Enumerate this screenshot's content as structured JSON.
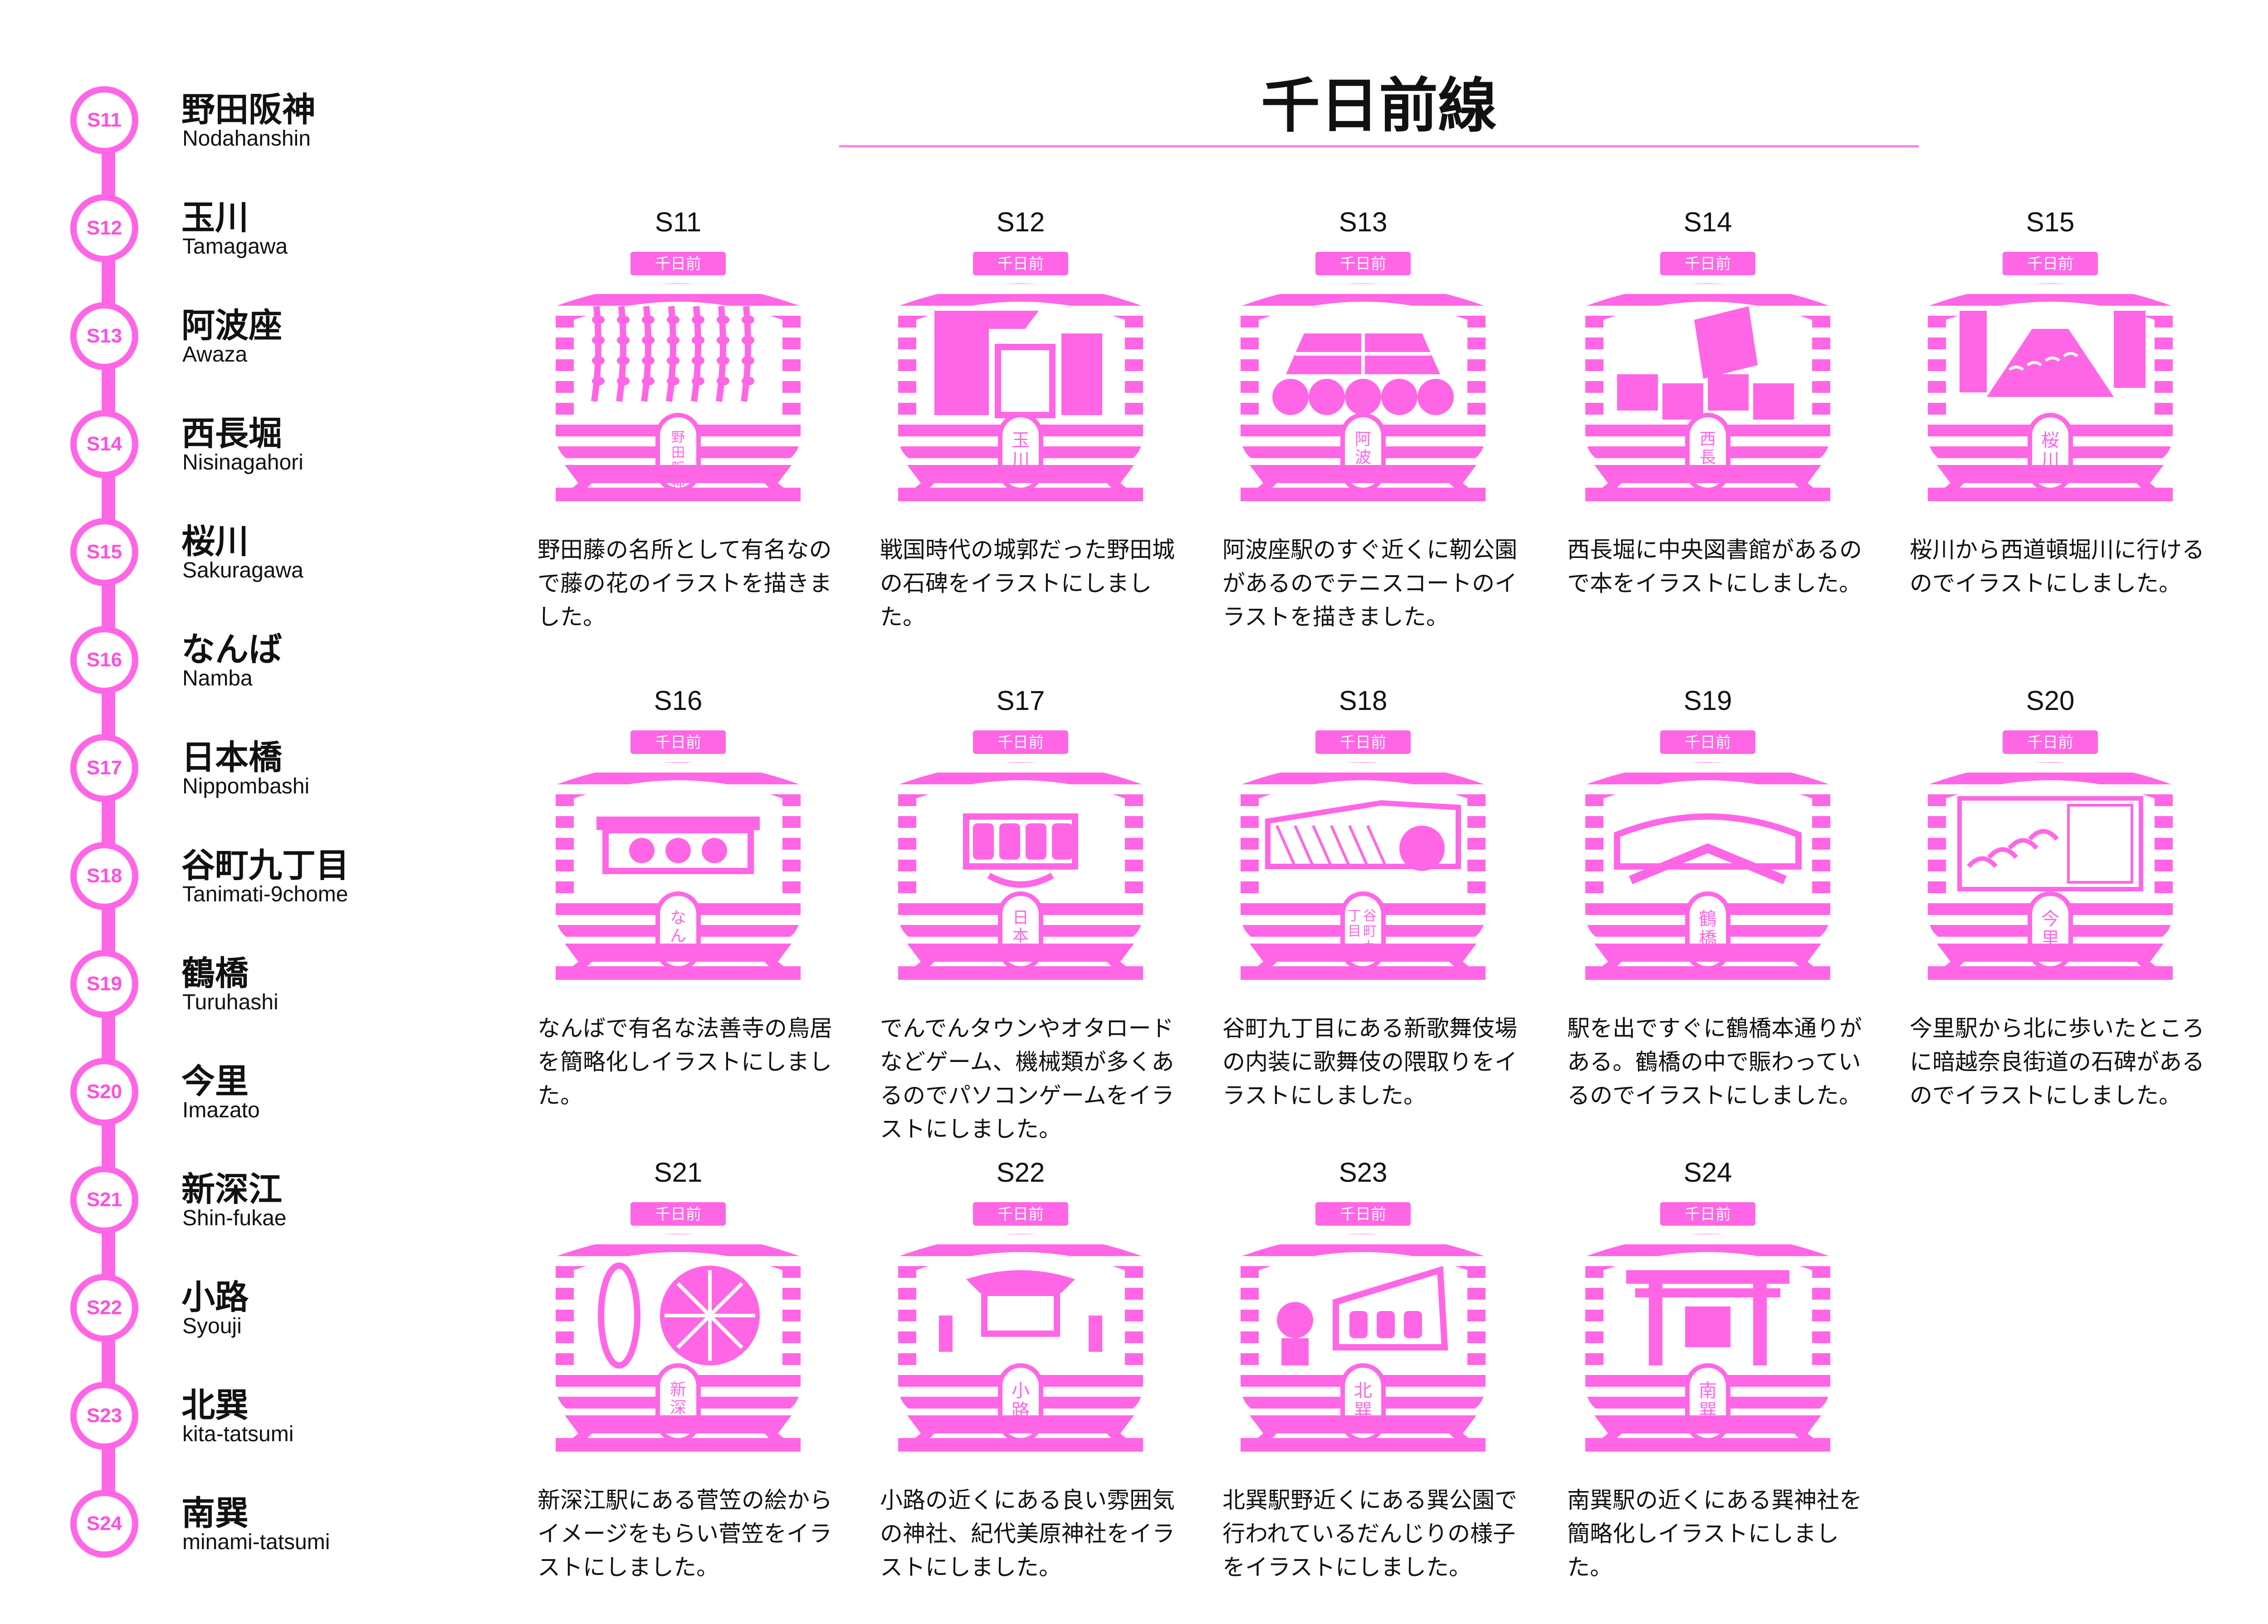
{
  "colors": {
    "accent": "#ff66e6",
    "stamp": "#ff66e6",
    "text": "#111111"
  },
  "header": {
    "title": "千日前線"
  },
  "stations": [
    {
      "code": "S11",
      "name_ja": "野田阪神",
      "name_en": "Nodahanshin",
      "stamp_label": "野田阪神",
      "desc": "野田藤の名所として有名なので藤の花のイラストを描きました。"
    },
    {
      "code": "S12",
      "name_ja": "玉川",
      "name_en": "Tamagawa",
      "stamp_label": "玉川",
      "desc": " 戦国時代の城郭だった野田城の石碑をイラストにしました。"
    },
    {
      "code": "S13",
      "name_ja": "阿波座",
      "name_en": "Awaza",
      "stamp_label": "阿波座",
      "desc": "阿波座駅のすぐ近くに靭公園があるのでテニスコートのイラストを描きました。"
    },
    {
      "code": "S14",
      "name_ja": "西長堀",
      "name_en": "Nisinagahori",
      "stamp_label": "西長堀",
      "desc": "西長堀に中央図書館があるので本をイラストにしました。"
    },
    {
      "code": "S15",
      "name_ja": "桜川",
      "name_en": "Sakuragawa",
      "stamp_label": "桜川",
      "desc": "桜川から西道頓堀川に行けるのでイラストにしました。"
    },
    {
      "code": "S16",
      "name_ja": "なんば",
      "name_en": "Namba",
      "stamp_label": "なんば",
      "desc": "なんばで有名な法善寺の鳥居を簡略化しイラストにしました。"
    },
    {
      "code": "S17",
      "name_ja": "日本橋",
      "name_en": "Nippombashi",
      "stamp_label": "日本橋",
      "desc": "でんでんタウンやオタロードなどゲーム、機械類が多くあるのでパソコンゲームをイラストにしました。"
    },
    {
      "code": "S18",
      "name_ja": "谷町九丁目",
      "name_en": "Tanimati-9chome",
      "stamp_label": "谷町九丁目",
      "desc": "谷町九丁目にある新歌舞伎場の内装に歌舞伎の隈取りをイラストにしました。"
    },
    {
      "code": "S19",
      "name_ja": "鶴橋",
      "name_en": "Turuhashi",
      "stamp_label": "鶴橋",
      "desc": "駅を出ですぐに鶴橋本通りがある。鶴橋の中で賑わっているのでイラストにしました。"
    },
    {
      "code": "S20",
      "name_ja": "今里",
      "name_en": "Imazato",
      "stamp_label": "今里",
      "desc": "今里駅から北に歩いたところに暗越奈良街道の石碑があるのでイラストにしました。"
    },
    {
      "code": "S21",
      "name_ja": "新深江",
      "name_en": "Shin-fukae",
      "stamp_label": "新深江",
      "desc": "新深江駅にある菅笠の絵からイメージをもらい菅笠をイラストにしました。"
    },
    {
      "code": "S22",
      "name_ja": "小路",
      "name_en": "Syouji",
      "stamp_label": "小路",
      "desc": "小路の近くにある良い雰囲気の神社、紀代美原神社をイラストにしました。"
    },
    {
      "code": "S23",
      "name_ja": "北巽",
      "name_en": "kita-tatsumi",
      "stamp_label": "北巽",
      "desc": "北巽駅野近くにある巽公園で行われているだんじりの様子をイラストにしました。"
    },
    {
      "code": "S24",
      "name_ja": "南巽",
      "name_en": "minami-tatsumi",
      "stamp_label": "南巽",
      "desc": "南巽駅の近くにある巽神社を簡略化しイラストにしました。"
    }
  ],
  "stamp_header": "千日前",
  "stamp_icons": [
    "wisteria-icon",
    "castle-monument-icon",
    "tennis-court-icon",
    "library-books-icon",
    "river-icon",
    "hozenji-gate-icon",
    "arcade-lanterns-icon",
    "kabuki-theater-icon",
    "shopping-street-icon",
    "stone-monument-icon",
    "sedge-hat-icon",
    "shrine-icon",
    "danjiri-float-icon",
    "torii-gate-icon"
  ]
}
